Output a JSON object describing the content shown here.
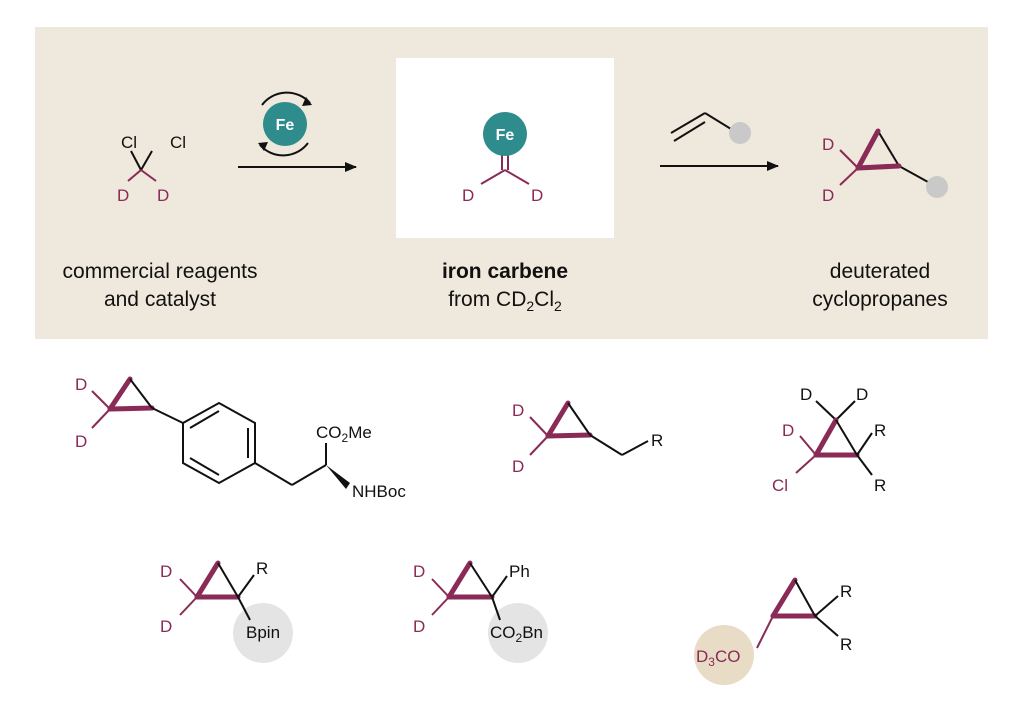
{
  "colors": {
    "panel": "#efe8dc",
    "iron": "#2e8c8c",
    "deuterium": "#8a2a56",
    "substituent": "#c9c9c9",
    "methoxy_highlight": "#e8dcc6"
  },
  "scheme": {
    "reagent": {
      "cl1": "Cl",
      "cl2": "Cl",
      "d1": "D",
      "d2": "D",
      "caption_line1": "commercial reagents",
      "caption_line2": "and catalyst"
    },
    "catalyst": {
      "label": "Fe"
    },
    "intermediate": {
      "metal": "Fe",
      "d1": "D",
      "d2": "D",
      "caption_bold": "iron carbene",
      "caption_prefix": "from CD",
      "sub1": "2",
      "caption_cl": "Cl",
      "sub2": "2"
    },
    "product": {
      "d1": "D",
      "d2": "D",
      "caption_line1": "deuterated",
      "caption_line2": "cyclopropanes"
    }
  },
  "examples": [
    {
      "d1": "D",
      "d2": "D",
      "ester": "CO",
      "ester_sub": "2",
      "ester_suffix": "Me",
      "amine": "NHBoc"
    },
    {
      "d1": "D",
      "d2": "D",
      "r": "R"
    },
    {
      "d1": "D",
      "d2": "D",
      "d3": "D",
      "cl": "Cl",
      "r1": "R",
      "r2": "R"
    },
    {
      "d1": "D",
      "d2": "D",
      "r": "R",
      "boron": "Bpin"
    },
    {
      "d1": "D",
      "d2": "D",
      "ph": "Ph",
      "ester": "CO",
      "ester_sub": "2",
      "ester_suffix": "Bn"
    },
    {
      "methoxy": "D",
      "methoxy_sub": "3",
      "methoxy_suffix": "CO",
      "r1": "R",
      "r2": "R"
    }
  ]
}
